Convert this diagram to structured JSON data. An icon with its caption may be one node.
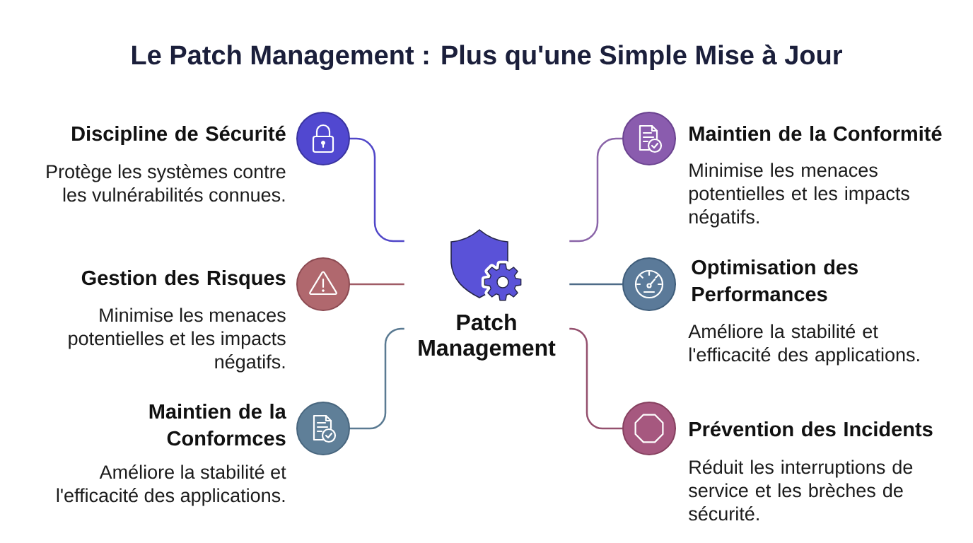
{
  "diagram": {
    "title": "Le Patch Management : Plus qu'une Simple Mise à Jour",
    "nodes": [
      {
        "text": [
          "Patch Management"
        ]
      },
      {
        "text": [],
        "shape": "circle",
        "beside": [
          "Discipline de Sécurité",
          "Protège les systèmes contre les vulnérabilités connues."
        ]
      },
      {
        "text": [],
        "shape": "circle",
        "beside": [
          "Gestion des Risques",
          "Minimise les menaces potentielles et les impacts négatifs."
        ]
      },
      {
        "text": [],
        "shape": "circle",
        "beside": [
          "Maintien de la Conformces",
          "Améliore la stabilité et l'efficacité des applications."
        ]
      },
      {
        "text": [],
        "shape": "circle",
        "beside": [
          "Maintien de la Conformité",
          "Minimise les menaces potentielles et les impacts négatifs."
        ]
      },
      {
        "text": [],
        "shape": "circle",
        "beside": [
          "Optimisation des Performances",
          "Améliore la stabilité et l'efficacité des applications."
        ]
      },
      {
        "text": [],
        "shape": "circle",
        "beside": [
          "Prévention des Incidents",
          "Réduit les interruptions de service et les brèches de sécurité."
        ]
      }
    ],
    "edges": [
      {
        "from": 0,
        "to": 1,
        "arrow": "none",
        "color": "#5046c8"
      },
      {
        "from": 0,
        "to": 2,
        "arrow": "none",
        "color": "#a05c66"
      },
      {
        "from": 0,
        "to": 3,
        "arrow": "none",
        "color": "#5a7a92"
      },
      {
        "from": 0,
        "to": 4,
        "arrow": "none",
        "color": "#8a64a8"
      },
      {
        "from": 0,
        "to": 5,
        "arrow": "none",
        "color": "#4e6b88"
      },
      {
        "from": 0,
        "to": 6,
        "arrow": "none",
        "color": "#94506e"
      }
    ]
  }
}
